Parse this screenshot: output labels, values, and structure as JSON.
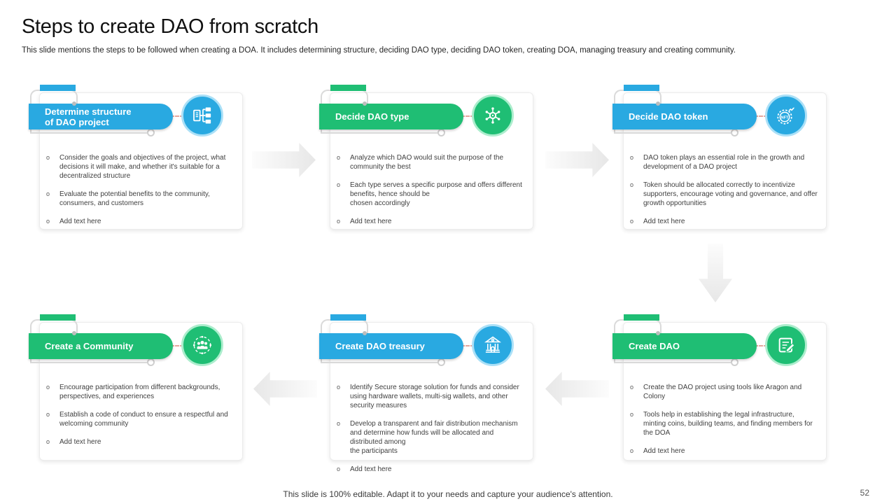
{
  "slide": {
    "title": "Steps to create DAO from scratch",
    "subtitle": "This slide mentions the steps to be followed when creating a DOA.  It includes determining structure, deciding DAO type,  deciding DAO token, creating DOA,  managing treasury and creating community.",
    "footer_note": "This slide is 100% editable. Adapt it to your needs and capture your audience's attention.",
    "page_number": "52"
  },
  "colors": {
    "accent_blue": "#29A9E1",
    "accent_green": "#1FBE74",
    "halo_blue": "#ABE0F7",
    "halo_green": "#ACEDCD",
    "arrow_gray": "#E7E7E7"
  },
  "bullet_marker": "o",
  "cards": [
    {
      "title": "Determine structure\nof DAO project",
      "accent": "blue",
      "icon": "sitemap-icon",
      "bullets": [
        "Consider the goals and objectives of the project, what decisions it will make, and whether it's suitable for a decentralized structure",
        "Evaluate the potential benefits to the community, consumers, and customers",
        "Add text here"
      ]
    },
    {
      "title": "Decide DAO type",
      "accent": "green",
      "icon": "network-icon",
      "bullets": [
        "Analyze which DAO would suit the purpose of the community the best",
        "Each type serves a specific purpose and offers different benefits, hence should be\nchosen accordingly",
        "Add text here"
      ]
    },
    {
      "title": "Decide DAO token",
      "accent": "blue",
      "icon": "nft-token-icon",
      "bullets": [
        "DAO token plays an essential role in the growth and development of a DAO  project",
        "Token should be allocated correctly to incentivize supporters, encourage voting and governance, and offer growth opportunities",
        "Add text here"
      ]
    },
    {
      "title": "Create a Community",
      "accent": "green",
      "icon": "community-icon",
      "bullets": [
        "Encourage participation from different backgrounds, perspectives, and experiences",
        "Establish a code of conduct to ensure a respectful and welcoming community",
        "Add text here"
      ]
    },
    {
      "title": "Create DAO treasury",
      "accent": "blue",
      "icon": "bank-icon",
      "bullets": [
        "Identify Secure storage solution for funds and consider using hardware wallets, multi-sig wallets, and other security measures",
        "Develop a transparent and fair distribution mechanism and determine how funds will be allocated and distributed among\nthe participants",
        "Add text here"
      ]
    },
    {
      "title": "Create DAO",
      "accent": "green",
      "icon": "note-edit-icon",
      "bullets": [
        "Create the DAO project using tools like Aragon and Colony",
        "Tools help in  establishing the legal infrastructure, minting  coins, building  teams,  and finding members for the DOA",
        "Add text here"
      ]
    }
  ]
}
